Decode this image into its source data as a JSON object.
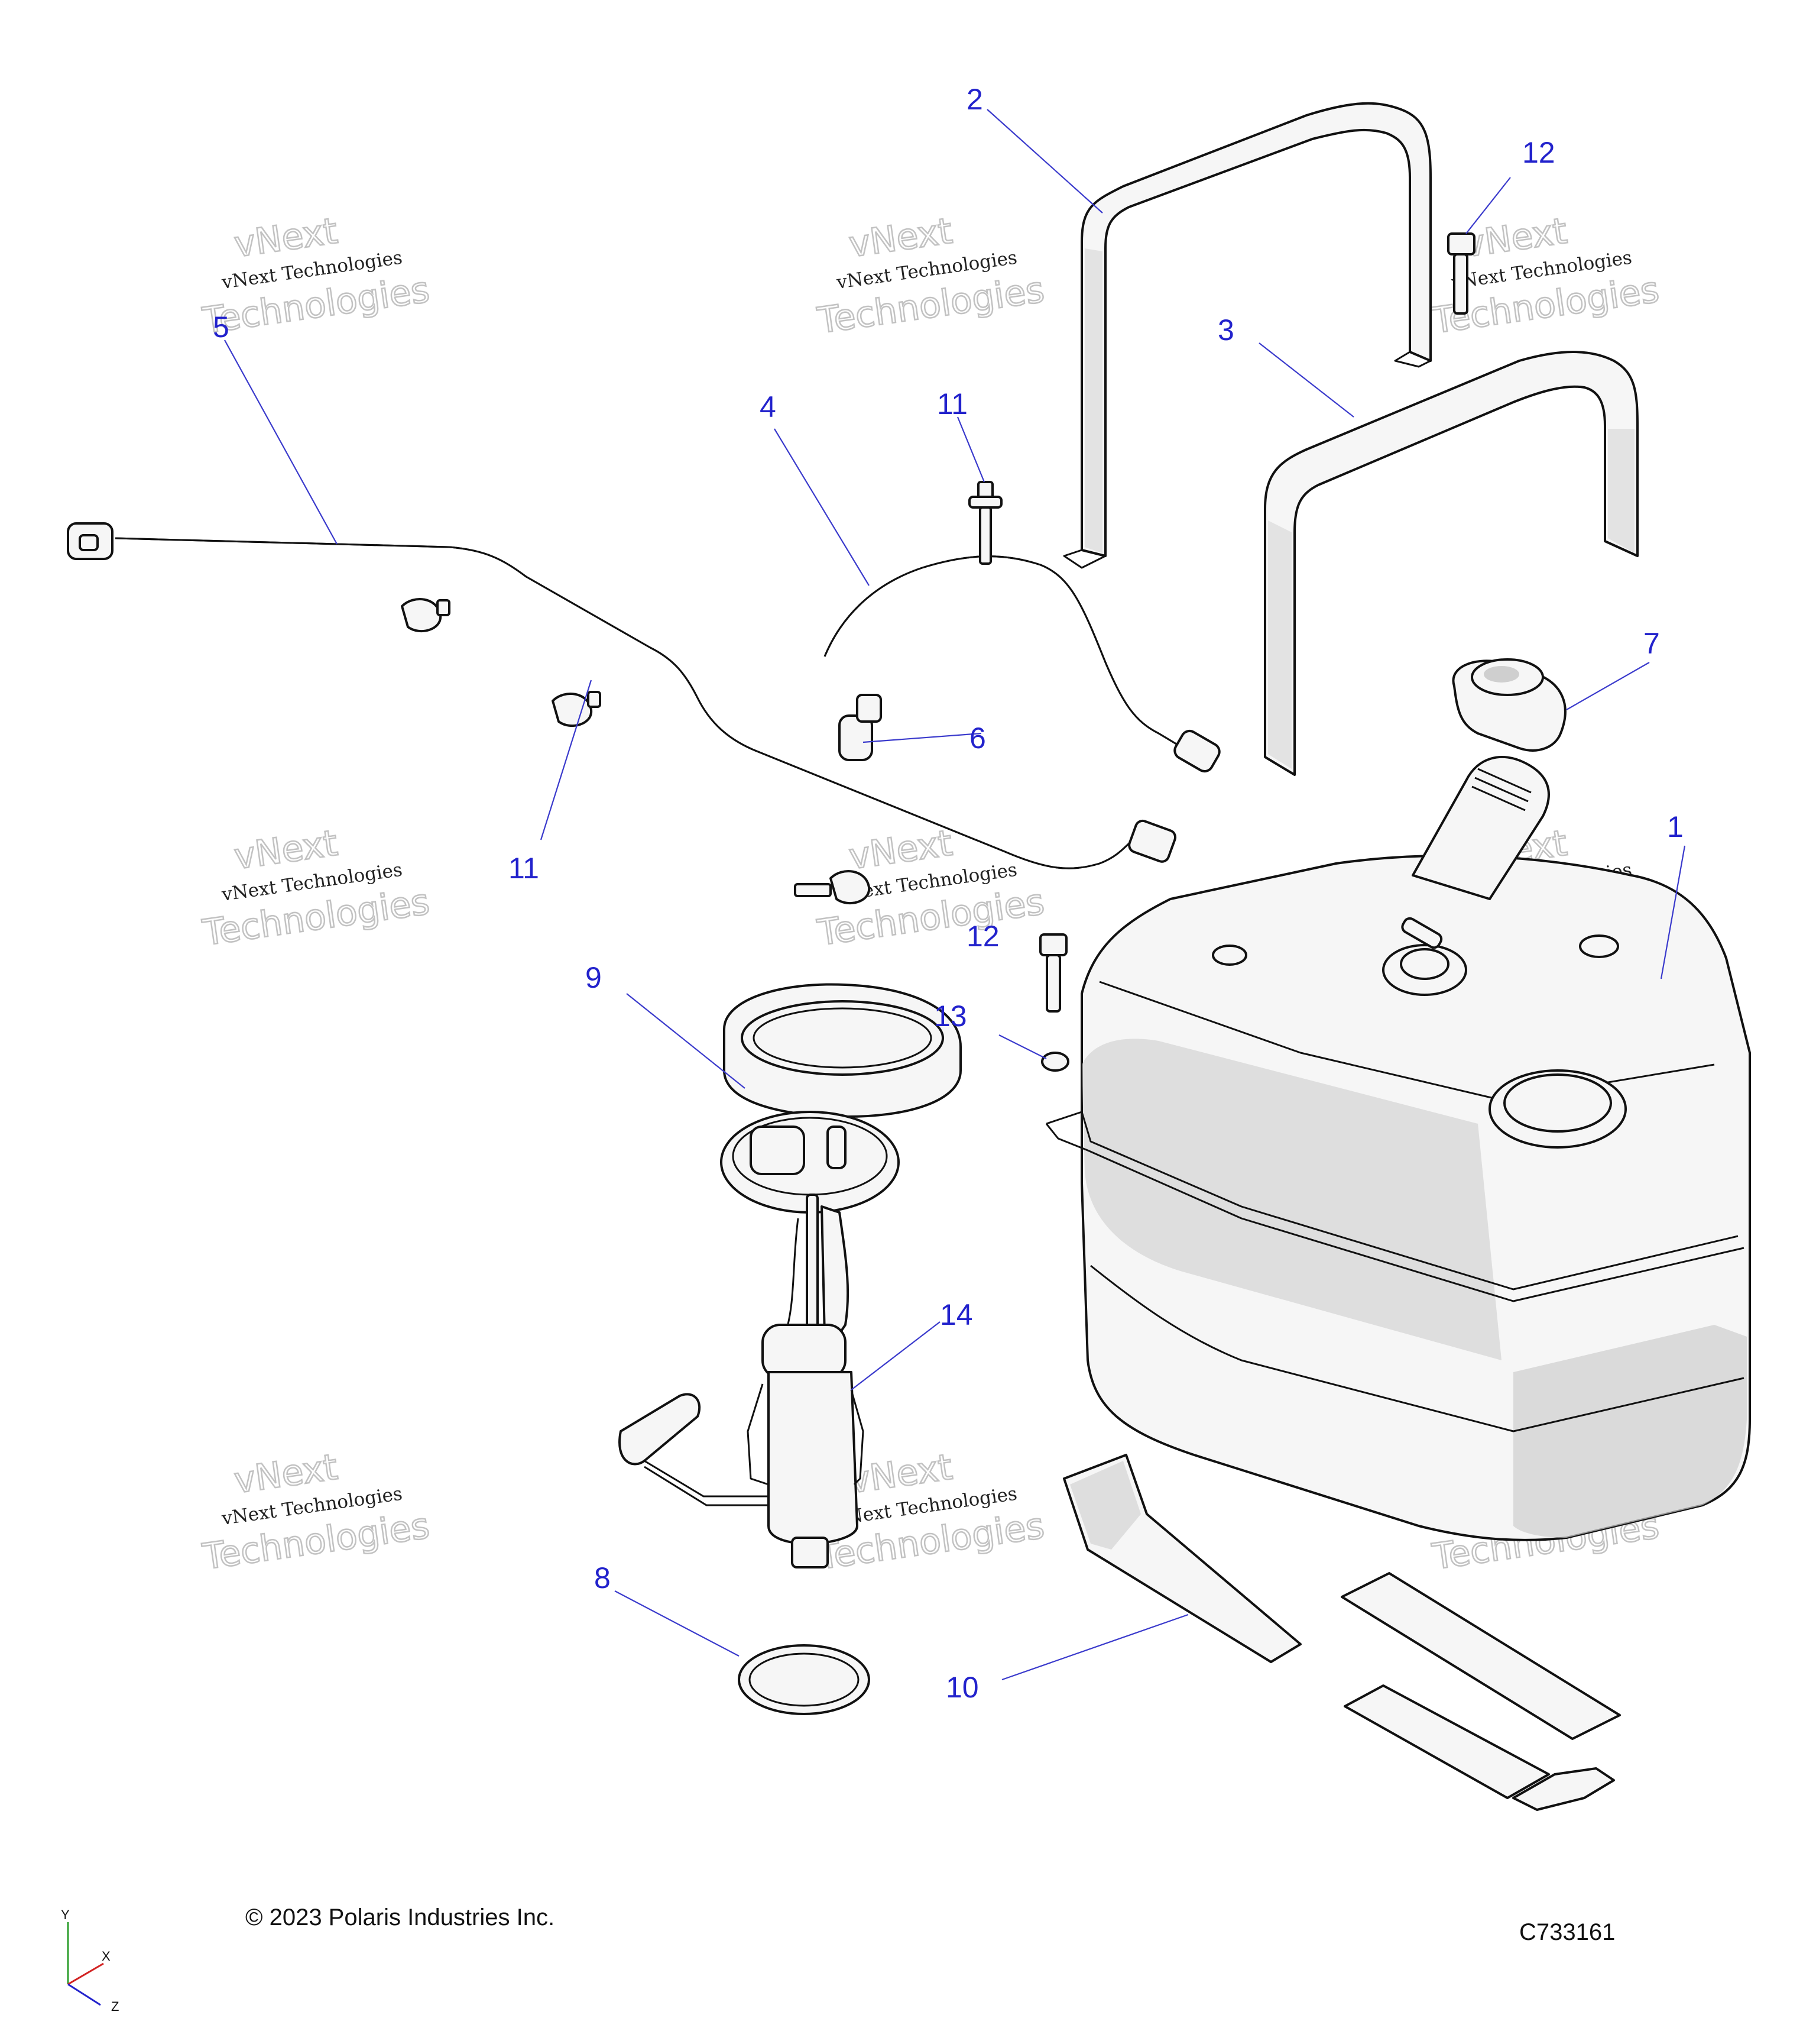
{
  "callouts": [
    "1",
    "2",
    "3",
    "4",
    "5",
    "6",
    "7",
    "8",
    "9",
    "10",
    "11",
    "11",
    "12",
    "12",
    "13",
    "14"
  ],
  "watermark": {
    "line1": "vNext",
    "line2": "vNext Technologies",
    "line3": "Technologies"
  },
  "footer": {
    "copyright": "© 2023 Polaris Industries Inc.",
    "figure_id": "C733161"
  },
  "axes": {
    "y": "Y",
    "x": "X",
    "z": "Z",
    "colors": {
      "y": "#2e9e2e",
      "x": "#d22222",
      "z": "#2222cc"
    }
  },
  "colors": {
    "callout": "#2222cc",
    "leader": "#3a3acc"
  }
}
